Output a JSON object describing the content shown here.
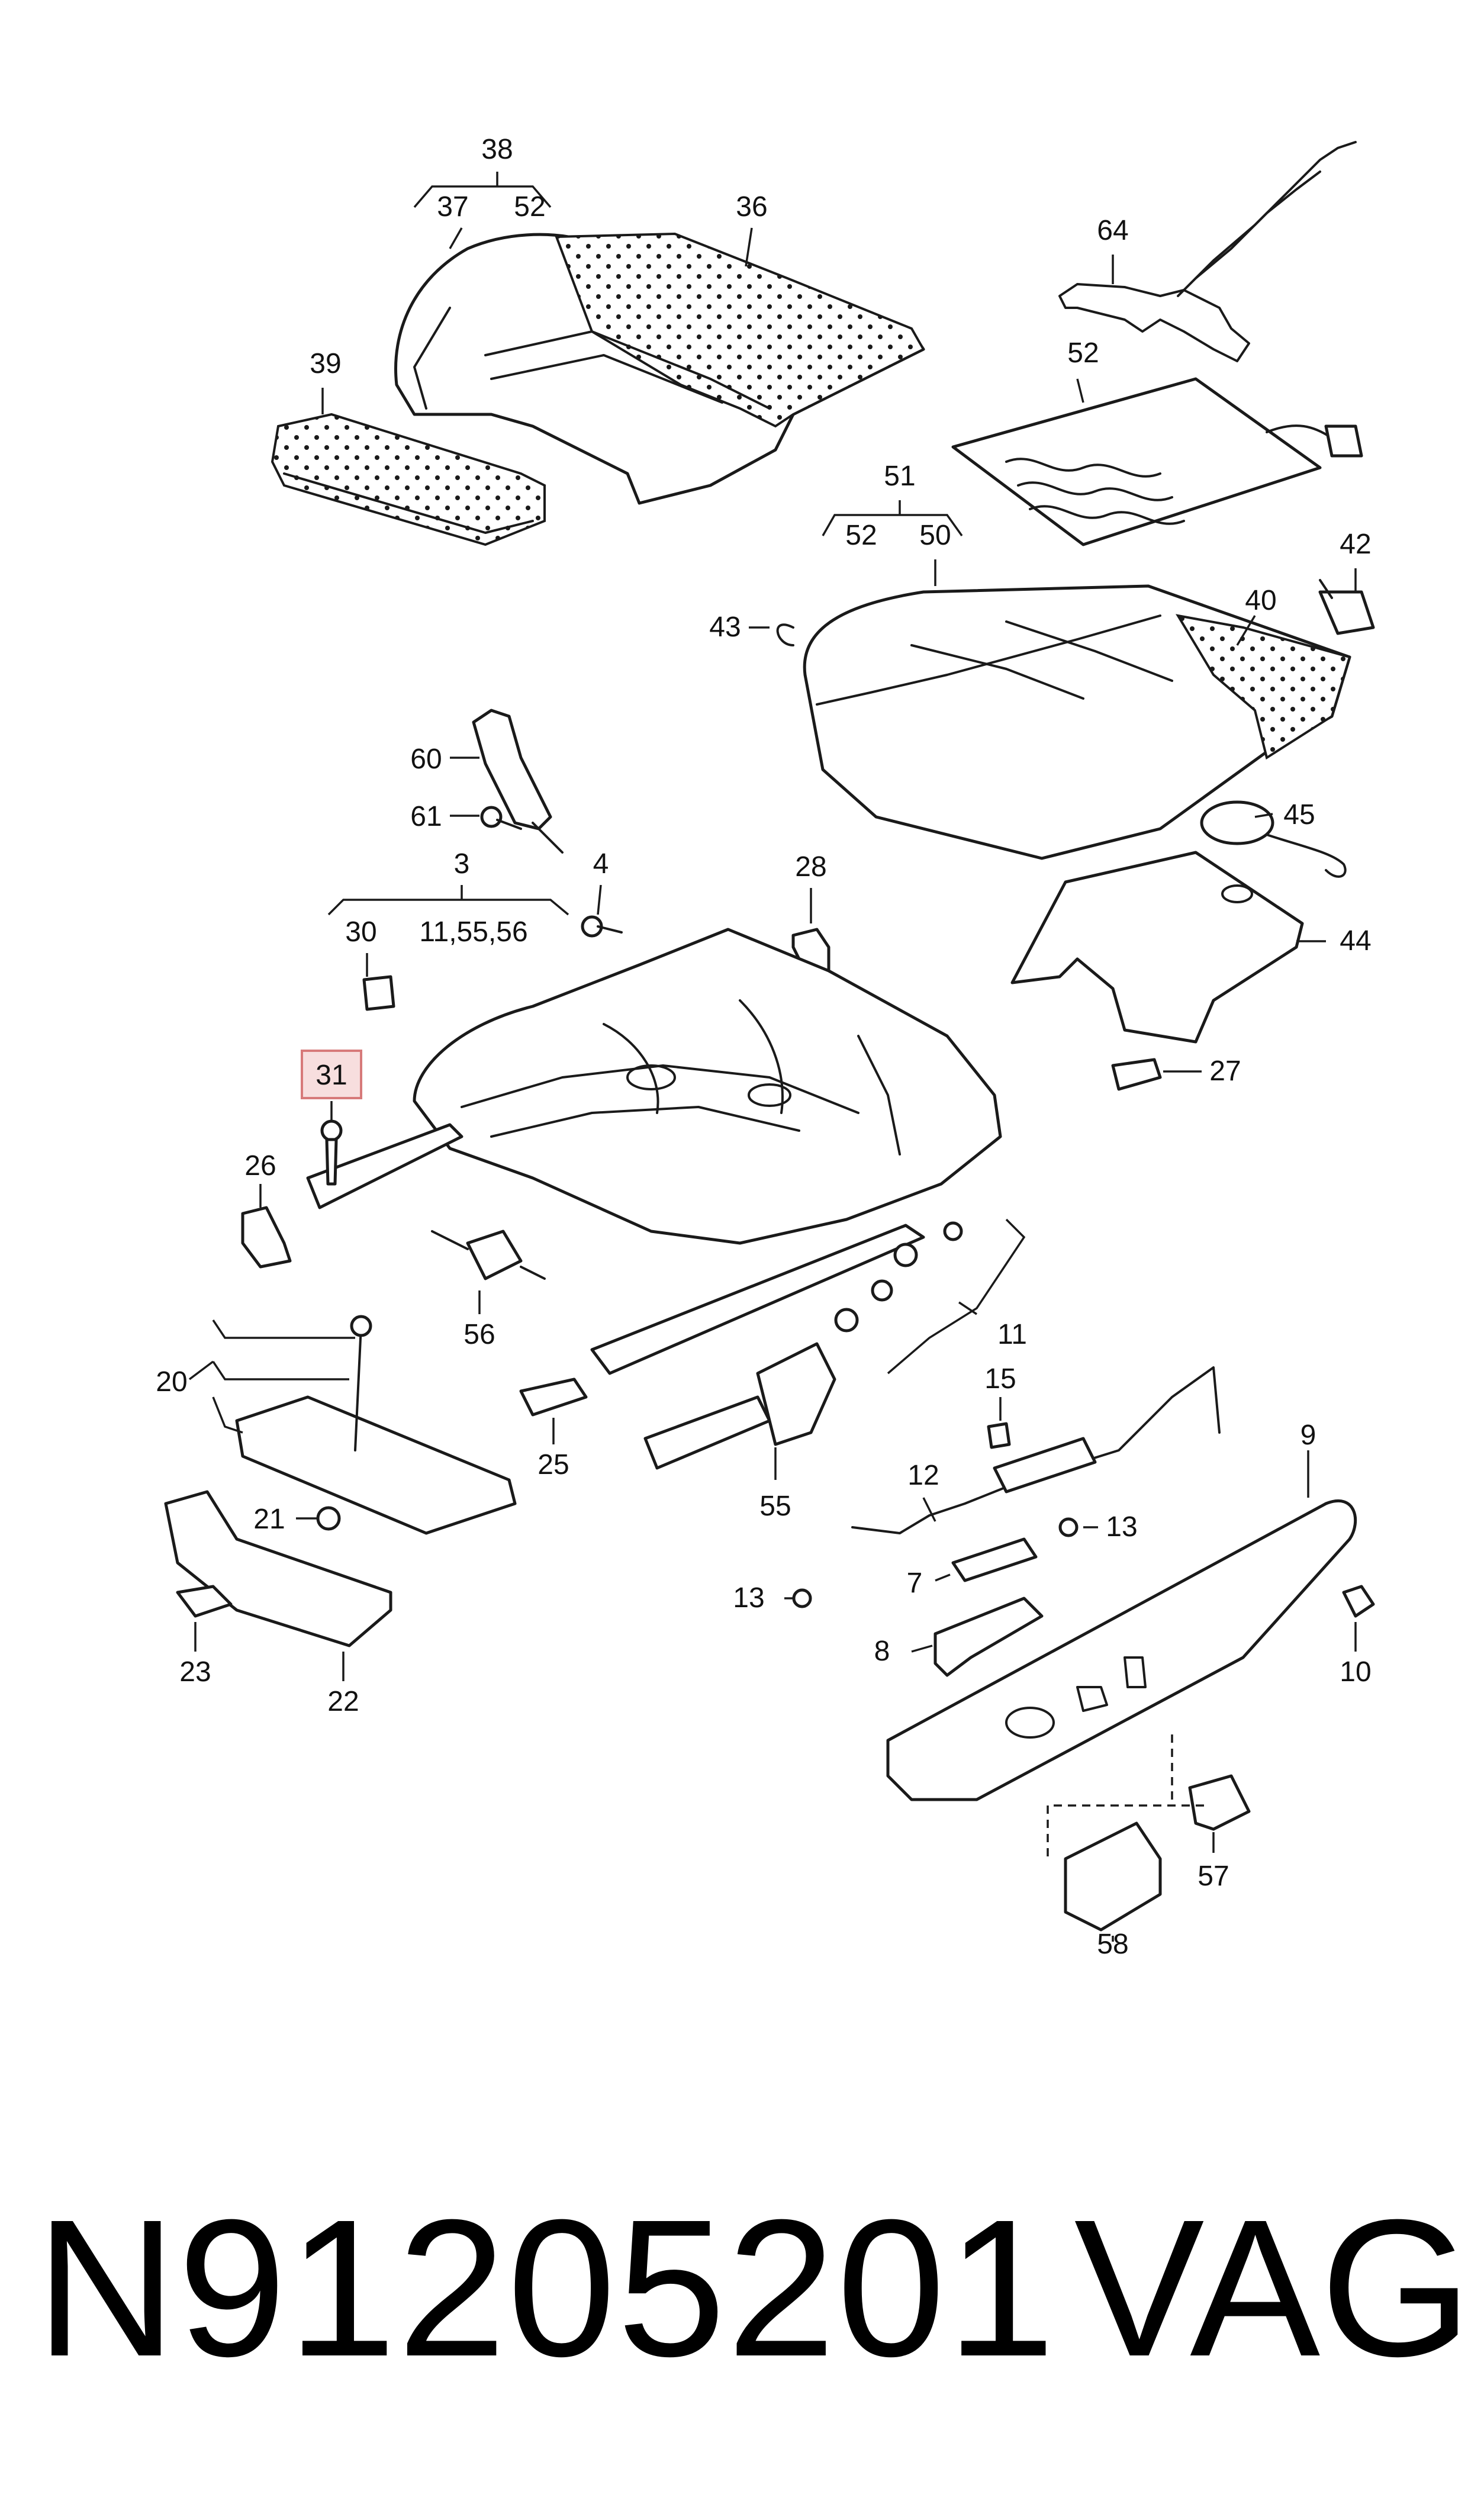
{
  "footer": {
    "part_number": "N91205201",
    "brand": "VAG"
  },
  "callouts": {
    "c38": "38",
    "c37": "37",
    "c52a": "52",
    "c36": "36",
    "c39": "39",
    "c64": "64",
    "c52b": "52",
    "c51": "51",
    "c52c": "52",
    "c50": "50",
    "c42": "42",
    "c43": "43",
    "c40": "40",
    "c60": "60",
    "c61": "61",
    "c45": "45",
    "c3": "3",
    "c4": "4",
    "c28": "28",
    "c30": "30",
    "c11_55_56": "11,55,56",
    "c44": "44",
    "c31": "31",
    "c27": "27",
    "c26": "26",
    "c56": "56",
    "c11": "11",
    "c20": "20",
    "c25": "25",
    "c15": "15",
    "c9": "9",
    "c21": "21",
    "c55": "55",
    "c12": "12",
    "c13a": "13",
    "c7": "7",
    "c13b": "13",
    "c10": "10",
    "c8": "8",
    "c23": "23",
    "c22": "22",
    "c57": "57",
    "c58": "58"
  },
  "highlighted_part": "31"
}
